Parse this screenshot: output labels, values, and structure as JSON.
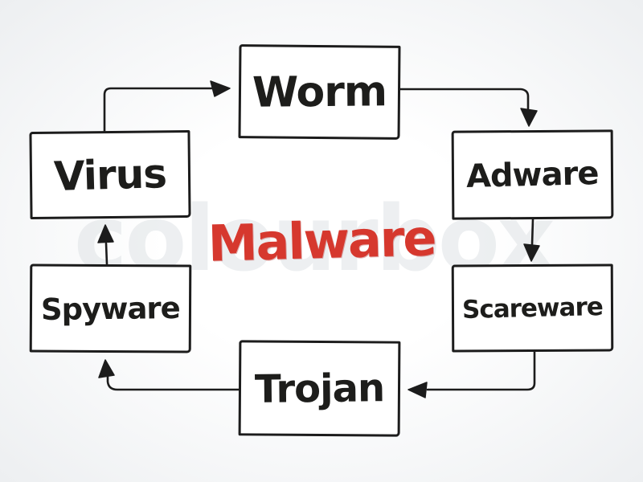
{
  "diagram": {
    "title_center": {
      "label": "Malware"
    },
    "nodes": {
      "worm": {
        "label": "Worm"
      },
      "virus": {
        "label": "Virus"
      },
      "adware": {
        "label": "Adware"
      },
      "spyware": {
        "label": "Spyware"
      },
      "scareware": {
        "label": "Scareware"
      },
      "trojan": {
        "label": "Trojan"
      }
    },
    "edges": [
      {
        "from": "Virus",
        "to": "Worm"
      },
      {
        "from": "Worm",
        "to": "Adware"
      },
      {
        "from": "Adware",
        "to": "Scareware"
      },
      {
        "from": "Scareware",
        "to": "Trojan"
      },
      {
        "from": "Trojan",
        "to": "Spyware"
      },
      {
        "from": "Spyware",
        "to": "Virus"
      }
    ],
    "style": {
      "ink_color": "#1c1c1c",
      "center_label_color": "#d6382e",
      "box_fill": "#ffffff",
      "background_edge_color": "#edeff1",
      "watermark_color": "#dfe3e6",
      "drawing_style": "hand-drawn marker sketch"
    }
  },
  "watermark": {
    "text": "colourbox"
  }
}
